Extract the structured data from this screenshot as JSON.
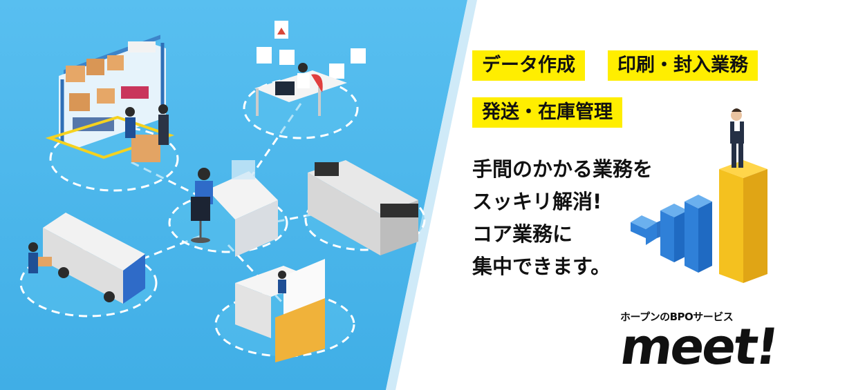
{
  "tags": {
    "data_creation": "データ作成",
    "print_enclose": "印刷・封入業務",
    "ship_inventory": "発送・在庫管理"
  },
  "message": {
    "line1": "手間のかかる業務を",
    "line2": "スッキリ解消!",
    "line3": "コア業務に",
    "line4": "集中できます。"
  },
  "logo": {
    "subtitle": "ホープンのBPOサービス",
    "wordmark": "meet!"
  },
  "colors": {
    "left_bg": "#4db8ea",
    "accent_yellow": "#ffee00",
    "bar_blue": "#2f80d8",
    "bar_gold": "#f4c11f"
  },
  "icons": [
    "warehouse-illustration",
    "office-desk-illustration",
    "operator-desk-illustration",
    "printer-illustration",
    "delivery-truck-illustration",
    "documents-envelope-illustration",
    "businessman-illustration",
    "bar-chart-illustration"
  ]
}
